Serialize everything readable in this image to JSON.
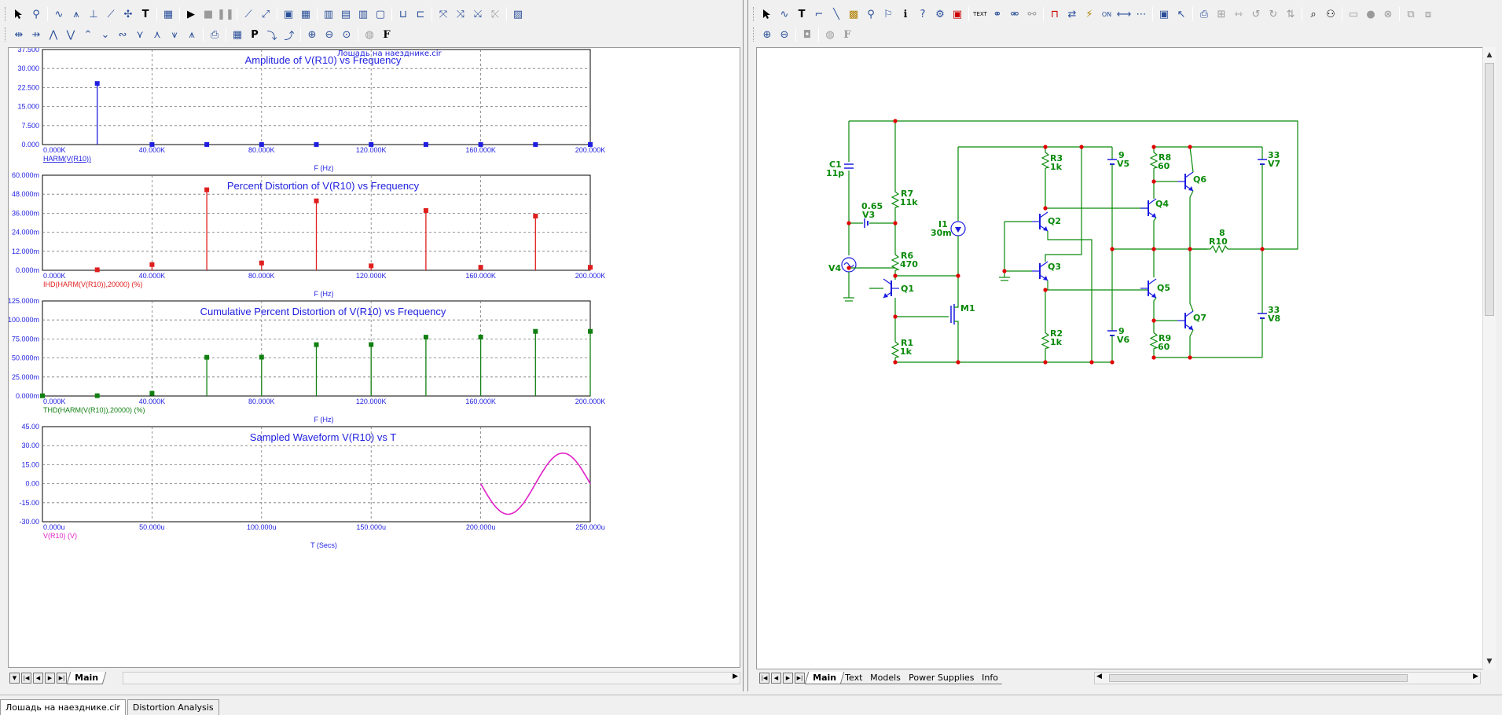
{
  "left": {
    "file_label": "Лошадь на наезднике.cir",
    "tabs": [
      "Main"
    ]
  },
  "right": {
    "tabs": [
      "Main",
      "Text",
      "Models",
      "Power Supplies",
      "Info"
    ]
  },
  "doc_tabs": [
    "Лошадь на наезднике.cir",
    "Distortion Analysis"
  ],
  "colors": {
    "blue": "#1e1ee0",
    "red": "#e01e1e",
    "green": "#118011",
    "magenta": "#e020c8",
    "wire": "#0a8a0a",
    "node": "#e00000",
    "device": "#1a1ae0"
  },
  "chart_data": [
    {
      "type": "bar",
      "title": "Amplitude of V(R10) vs Frequency",
      "xlabel": "F (Hz)",
      "series_label": "HARM(V(R10))",
      "color": "#1e1ee0",
      "x": [
        20000,
        40000,
        60000,
        80000,
        100000,
        120000,
        140000,
        160000,
        180000,
        200000
      ],
      "values": [
        24.1,
        0.03,
        0.02,
        0.02,
        0.02,
        0.02,
        0.02,
        0.02,
        0.02,
        0.02
      ],
      "xlim": [
        0,
        200000
      ],
      "ylim": [
        0,
        37.5
      ],
      "xticks": [
        "0.000K",
        "40.000K",
        "80.000K",
        "120.000K",
        "160.000K",
        "200.000K"
      ],
      "yticks": [
        "0.000",
        "7.500",
        "15.000",
        "22.500",
        "30.000",
        "37.500"
      ]
    },
    {
      "type": "bar",
      "title": "Percent Distortion of V(R10) vs Frequency",
      "xlabel": "F (Hz)",
      "series_label": "IHD(HARM(V(R10)),20000) (%)",
      "color": "#e01e1e",
      "x": [
        20000,
        40000,
        60000,
        80000,
        100000,
        120000,
        140000,
        160000,
        180000,
        200000
      ],
      "values": [
        0.3,
        3.6,
        50.8,
        4.6,
        43.8,
        2.8,
        37.7,
        1.9,
        34.2,
        1.9
      ],
      "xlim": [
        0,
        200000
      ],
      "ylim": [
        0,
        60
      ],
      "xticks": [
        "0.000K",
        "40.000K",
        "80.000K",
        "120.000K",
        "160.000K",
        "200.000K"
      ],
      "yticks": [
        "0.000m",
        "12.000m",
        "24.000m",
        "36.000m",
        "48.000m",
        "60.000m"
      ]
    },
    {
      "type": "bar",
      "title": "Cumulative Percent Distortion of V(R10) vs Frequency",
      "xlabel": "F (Hz)",
      "series_label": "THD(HARM(V(R10)),20000) (%)",
      "color": "#118011",
      "x": [
        0,
        20000,
        40000,
        60000,
        80000,
        100000,
        120000,
        140000,
        160000,
        180000,
        200000
      ],
      "values": [
        0.3,
        0.4,
        3.6,
        50.9,
        51.1,
        67.5,
        67.6,
        77.4,
        77.5,
        85.0,
        85.0
      ],
      "xlim": [
        0,
        200000
      ],
      "ylim": [
        0,
        125
      ],
      "xticks": [
        "0.000K",
        "40.000K",
        "80.000K",
        "120.000K",
        "160.000K",
        "200.000K"
      ],
      "yticks": [
        "0.000m",
        "25.000m",
        "50.000m",
        "75.000m",
        "100.000m",
        "125.000m"
      ]
    },
    {
      "type": "line",
      "title": "Sampled Waveform  V(R10) vs T",
      "xlabel": "T (Secs)",
      "series_label": "V(R10) (V)",
      "color": "#e020c8",
      "amplitude": 24.1,
      "period_us": 50,
      "x_start_us": 200,
      "x_end_us": 250,
      "xlim": [
        0,
        250
      ],
      "ylim": [
        -30,
        45
      ],
      "xticks": [
        "0.000u",
        "50.000u",
        "100.000u",
        "150.000u",
        "200.000u",
        "250.000u"
      ],
      "yticks": [
        "-30.00",
        "-15.00",
        "0.00",
        "15.00",
        "30.00",
        "45.00"
      ]
    }
  ],
  "schematic": {
    "labels": {
      "C1": "C1",
      "C1v": "11p",
      "V3v": "0.65",
      "V3": "V3",
      "V4": "V4",
      "R7": "R7",
      "R7v": "11k",
      "R6": "R6",
      "R6v": "470",
      "R1": "R1",
      "R1v": "1k",
      "Q1": "Q1",
      "I1": "I1",
      "I1v": "30m",
      "M1": "M1",
      "R3": "R3",
      "R3v": "1k",
      "R2": "R2",
      "R2v": "1k",
      "Q2": "Q2",
      "Q3": "Q3",
      "V5v": "9",
      "V5": "V5",
      "V6v": "9",
      "V6": "V6",
      "R8": "R8",
      "R8v": "60",
      "R9": "R9",
      "R9v": "60",
      "Q4": "Q4",
      "Q5": "Q5",
      "Q6": "Q6",
      "Q7": "Q7",
      "R10v": "8",
      "R10": "R10",
      "V7v": "33",
      "V7": "V7",
      "V8v": "33",
      "V8": "V8"
    }
  }
}
